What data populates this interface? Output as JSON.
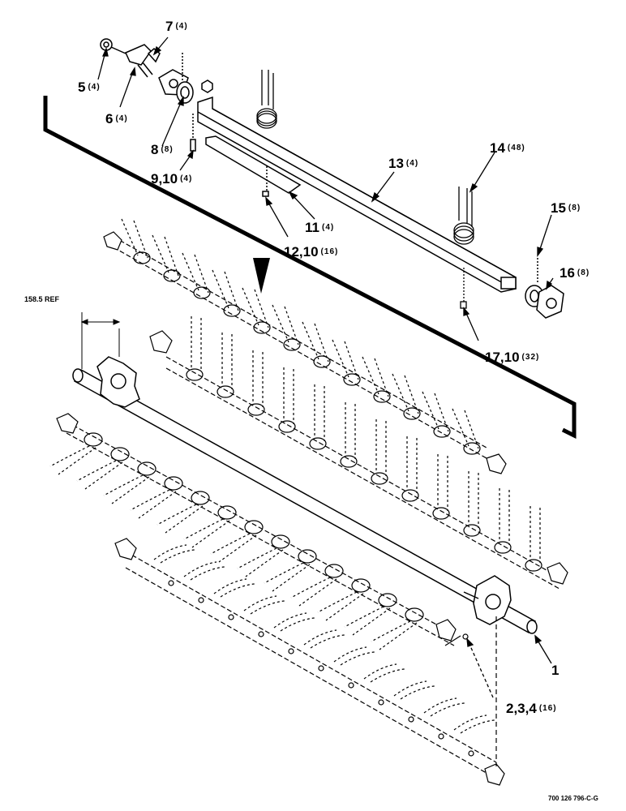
{
  "callouts": [
    {
      "id": "c7",
      "num": "7",
      "qty": "(4)"
    },
    {
      "id": "c5",
      "num": "5",
      "qty": "(4)"
    },
    {
      "id": "c6",
      "num": "6",
      "qty": "(4)"
    },
    {
      "id": "c8",
      "num": "8",
      "qty": "(8)"
    },
    {
      "id": "c910",
      "num": "9,10",
      "qty": "(4)"
    },
    {
      "id": "c13",
      "num": "13",
      "qty": "(4)"
    },
    {
      "id": "c14",
      "num": "14",
      "qty": "(48)"
    },
    {
      "id": "c11",
      "num": "11",
      "qty": "(4)"
    },
    {
      "id": "c1210",
      "num": "12,10",
      "qty": "(16)"
    },
    {
      "id": "c15",
      "num": "15",
      "qty": "(8)"
    },
    {
      "id": "c16",
      "num": "16",
      "qty": "(8)"
    },
    {
      "id": "c1710",
      "num": "17,10",
      "qty": "(32)"
    },
    {
      "id": "c1",
      "num": "1",
      "qty": ""
    },
    {
      "id": "c234",
      "num": "2,3,4",
      "qty": "(16)"
    }
  ],
  "reference_dimension": "158.5 REF",
  "figure_id": "700 126 796-C-G",
  "colors": {
    "line": "#000000",
    "background": "#ffffff"
  }
}
